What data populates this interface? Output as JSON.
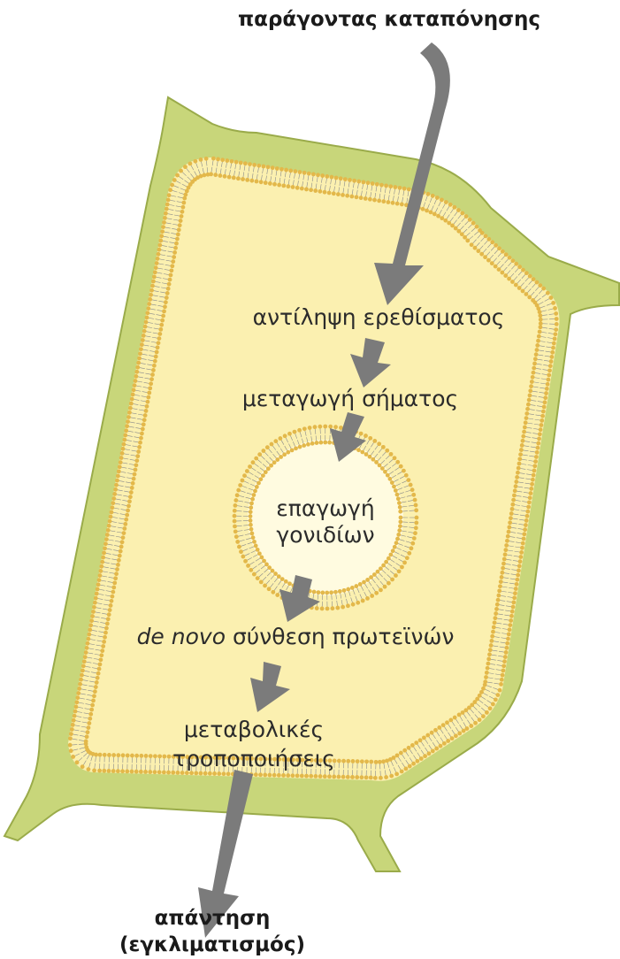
{
  "diagram": {
    "input_label": "παράγοντας καταπόνησης",
    "steps": {
      "perception": "αντίληψη ερεθίσματος",
      "transduction": "μεταγωγή σήματος",
      "gene_induction_line1": "επαγωγή",
      "gene_induction_line2": "γονιδίων",
      "protein_synthesis_italic": "de novo",
      "protein_synthesis_rest": " σύνθεση πρωτεϊνών",
      "metabolic_line1": "μεταβολικές",
      "metabolic_line2": "τροποποιήσεις"
    },
    "output_label_line1": "απάντηση",
    "output_label_line2": "(εγκλιματισμός)"
  },
  "colors": {
    "cell_wall": "#c8d67a",
    "cell_wall_stroke": "#9aab4a",
    "cytoplasm": "#fbf0b0",
    "nucleus": "#fffbe0",
    "membrane_head": "#e3b84a",
    "membrane_tail": "#8a8a8a",
    "arrow": "#7b7b7b"
  }
}
